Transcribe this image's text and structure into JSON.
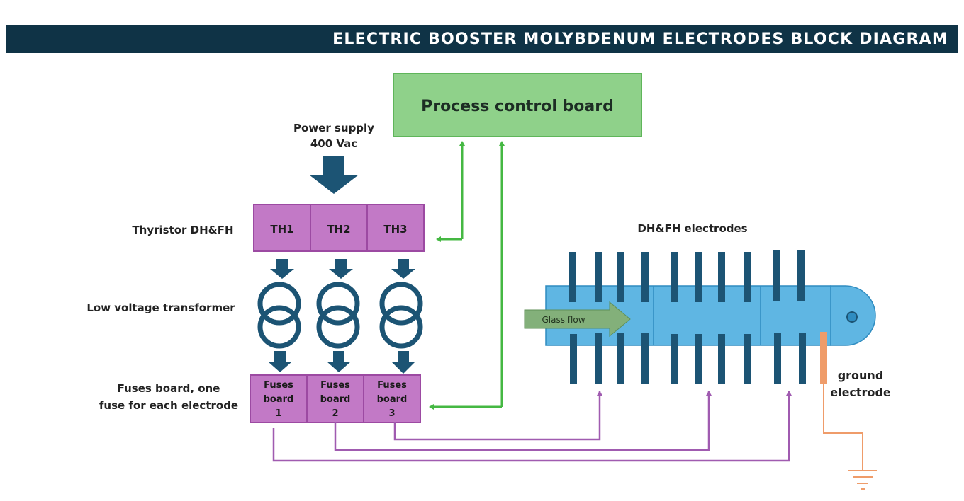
{
  "title": "ELECTRIC BOOSTER MOLYBDENUM ELECTRODES BLOCK DIAGRAM",
  "process_control": {
    "label": "Process control board"
  },
  "power_supply": {
    "line1": "Power supply",
    "line2": "400 Vac"
  },
  "thyristor": {
    "label": "Thyristor DH&FH",
    "units": [
      "TH1",
      "TH2",
      "TH3"
    ]
  },
  "transformer": {
    "label": "Low voltage transformer"
  },
  "fuses": {
    "label_line1": "Fuses board, one",
    "label_line2": "fuse for each electrode",
    "boards": [
      {
        "line1": "Fuses",
        "line2": "board",
        "line3": "1"
      },
      {
        "line1": "Fuses",
        "line2": "board",
        "line3": "2"
      },
      {
        "line1": "Fuses",
        "line2": "board",
        "line3": "3"
      }
    ]
  },
  "electrodes": {
    "label": "DH&FH electrodes"
  },
  "glass_flow": {
    "label": "Glass flow"
  },
  "ground_electrode": {
    "line1": "ground",
    "line2": "electrode"
  },
  "colors": {
    "title_bar": "#0f3346",
    "control_fill": "#8fd18a",
    "control_stroke": "#5fb55a",
    "thyristor_fill": "#c279c6",
    "thyristor_stroke": "#9c4aa2",
    "arrow_dark": "#1c5474",
    "signal_green": "#45b843",
    "wire_purple": "#a05bb0",
    "glass": "#5fb6e3",
    "glass_stroke": "#2f8cc0",
    "ground": "#ef9c6a"
  }
}
